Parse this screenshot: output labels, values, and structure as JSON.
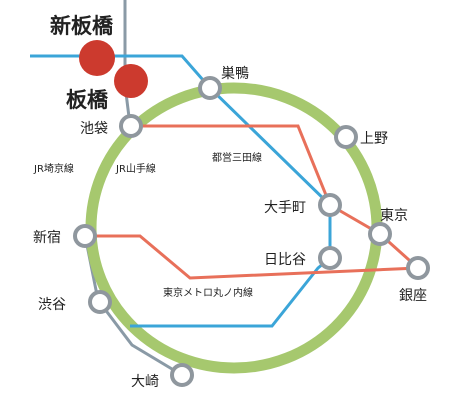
{
  "colors": {
    "yamanote": "#a6c86e",
    "saikyo": "#8a9aa6",
    "mita": "#3ba5d8",
    "marunouchi": "#e8705a",
    "station_fill": "#ffffff",
    "station_stroke": "#8f979e",
    "highlight": "#cc3a2e"
  },
  "stations": {
    "shinitabashi": "新板橋",
    "itabashi": "板橋",
    "sugamo": "巣鴨",
    "ikebukuro": "池袋",
    "ueno": "上野",
    "otemachi": "大手町",
    "tokyo": "東京",
    "shinjuku": "新宿",
    "hibiya": "日比谷",
    "ginza": "銀座",
    "shibuya": "渋谷",
    "osaki": "大崎"
  },
  "lines": {
    "mita": "都営三田線",
    "saikyo": "JR埼京線",
    "yamanote": "JR山手線",
    "marunouchi": "東京メトロ丸ノ内線"
  }
}
